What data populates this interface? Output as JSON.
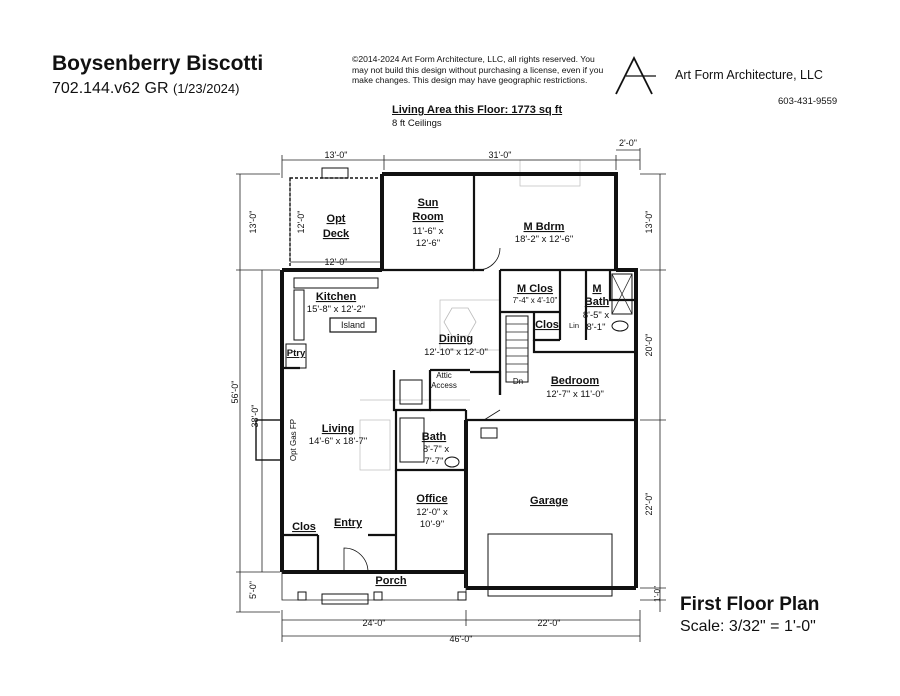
{
  "header": {
    "title": "Boysenberry Biscotti",
    "code": "702.144.v62 GR",
    "date": "(1/23/2024)",
    "copyright": "©2014-2024 Art Form Architecture, LLC, all rights reserved. You may not build this design without purchasing a license, even if you make changes. This design may have geographic restrictions.",
    "firm": "Art Form Architecture, LLC",
    "phone": "603-431-9559",
    "living_area": "Living Area this Floor: 1773 sq ft",
    "ceilings": "8 ft Ceilings"
  },
  "footer": {
    "plan_name": "First Floor Plan",
    "scale": "Scale: 3/32\" = 1'-0\""
  },
  "rooms": {
    "opt_deck": {
      "name1": "Opt",
      "name2": "Deck"
    },
    "sun_room": {
      "name1": "Sun",
      "name2": "Room",
      "dim1": "11'-6\" x",
      "dim2": "12'-6\""
    },
    "m_bdrm": {
      "name": "M Bdrm",
      "dim": "18'-2\" x 12'-6\""
    },
    "m_clos": {
      "name": "M Clos",
      "dim": "7'-4\" x 4'-10\""
    },
    "m_bath": {
      "name1": "M",
      "name2": "Bath",
      "dim1": "8'-5\" x",
      "dim2": "8'-1\""
    },
    "lin": "Lin",
    "kitchen": {
      "name": "Kitchen",
      "dim": "15'-8\" x 12'-2\""
    },
    "island": "Island",
    "pantry": "Ptry",
    "dining": {
      "name": "Dining",
      "dim": "12'-10\" x 12'-0\""
    },
    "clos_upper": "Clos",
    "bedroom": {
      "name": "Bedroom",
      "dim": "12'-7\" x 11'-0\""
    },
    "attic": {
      "line1": "Attic",
      "line2": "Access"
    },
    "dn": "Dn",
    "living": {
      "name": "Living",
      "dim": "14'-6\" x 18'-7\""
    },
    "opt_fp": "Opt Gas FP",
    "bath": {
      "name": "Bath",
      "dim1": "8'-7\" x",
      "dim2": "7'-7\""
    },
    "office": {
      "name": "Office",
      "dim1": "12'-0\" x",
      "dim2": "10'-9\""
    },
    "garage": "Garage",
    "clos_lower": "Clos",
    "entry": "Entry",
    "porch": "Porch"
  },
  "dimensions": {
    "top_13": "13'-0\"",
    "top_31": "31'-0\"",
    "top_2": "2'-0\"",
    "deck_12_h": "12'-0\"",
    "deck_12_v": "12'-0\"",
    "left_13": "13'-0\"",
    "left_56": "56'-0\"",
    "left_38": "38'-0\"",
    "left_5": "5'-0\"",
    "right_13": "13'-0\"",
    "right_20": "20'-0\"",
    "right_22": "22'-0\"",
    "right_1": "1'-0\"",
    "bottom_24": "24'-0\"",
    "bottom_22": "22'-0\"",
    "bottom_46": "46'-0\""
  }
}
